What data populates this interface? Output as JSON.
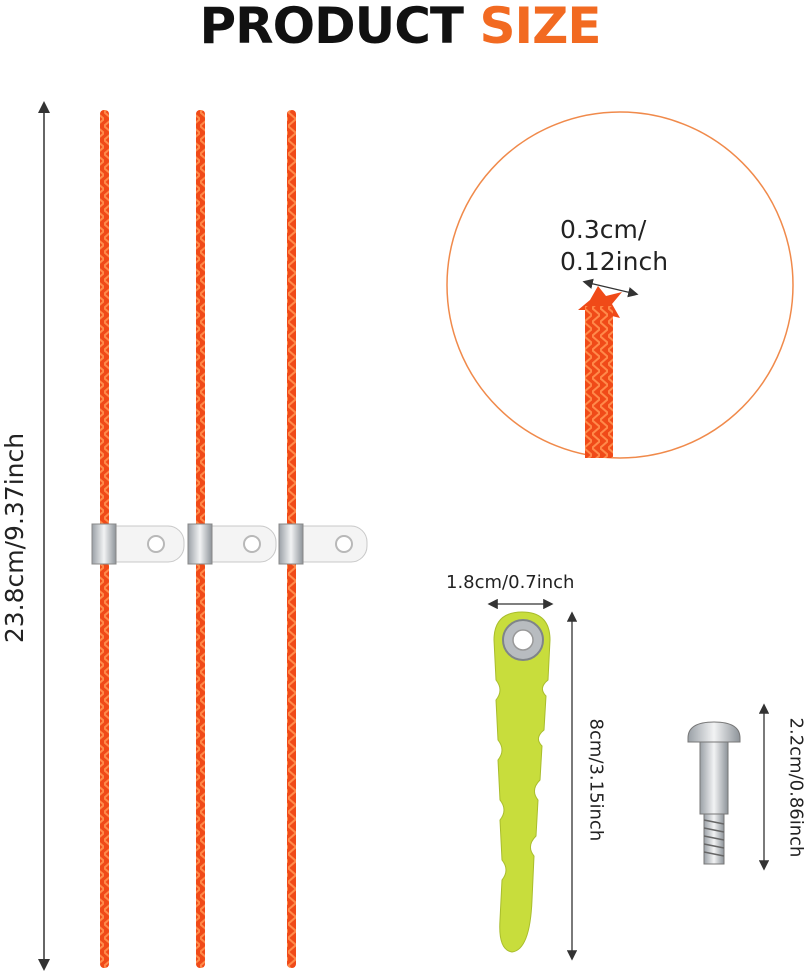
{
  "title": {
    "part1": "PRODUCT",
    "part2": "SIZE"
  },
  "labels": {
    "line_length": "23.8cm/9.37inch",
    "line_diameter_1": "0.3cm/",
    "line_diameter_2": "0.12inch",
    "blade_width": "1.8cm/0.7inch",
    "blade_length": "8cm/3.15inch",
    "screw_length": "2.2cm/0.86inch"
  },
  "colors": {
    "accent": "#f26a21",
    "line": "#f04a18",
    "blade": "#c8dd3c",
    "metal": "#c9ccd0"
  }
}
